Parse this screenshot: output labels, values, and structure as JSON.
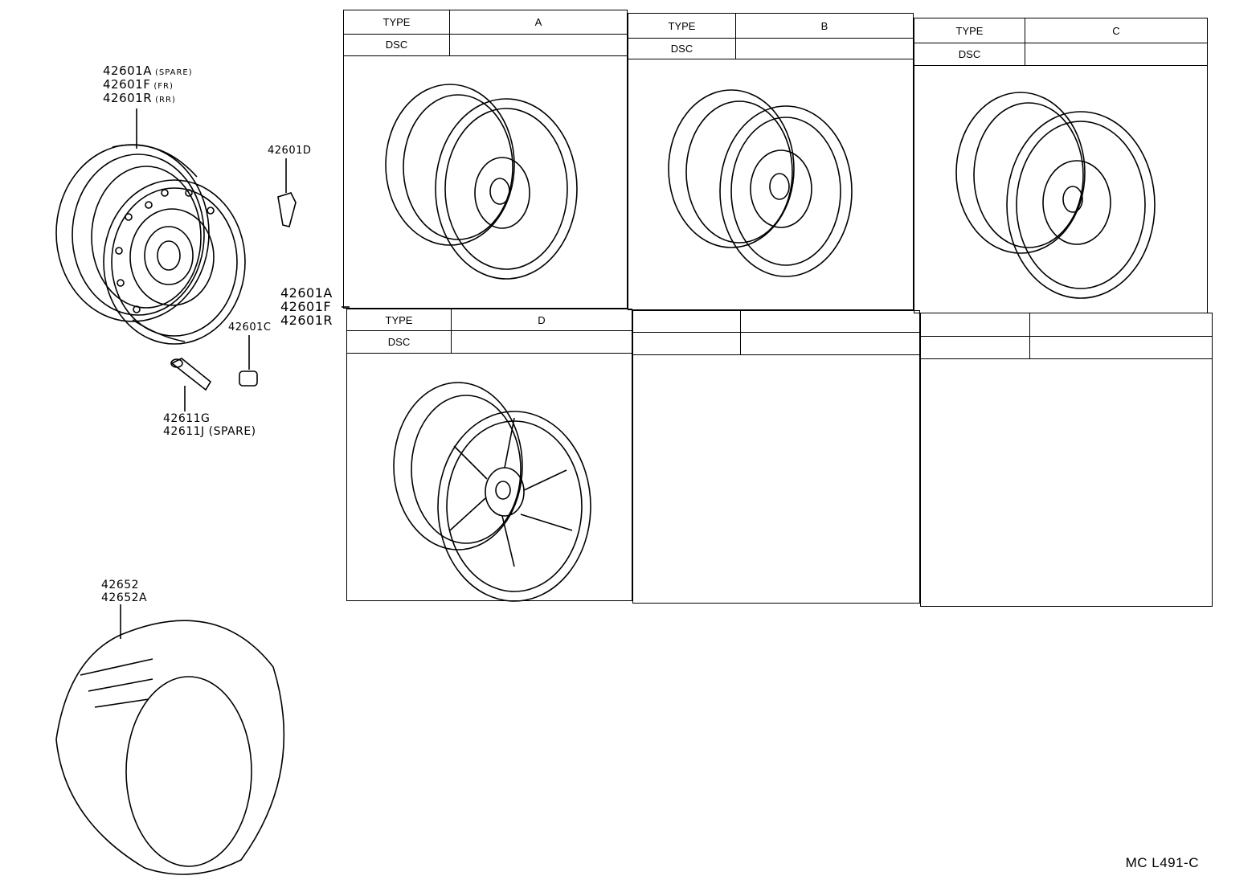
{
  "labels": {
    "wheel_main": [
      "42601A",
      "42601F",
      "42601R"
    ],
    "wheel_main_notes": [
      "(SPARE)",
      "(FR)",
      "(RR)"
    ],
    "weight_d": "42601D",
    "weight_c": "42601C",
    "valve_1": "42611G",
    "valve_2": "42611J",
    "valve_2_note": "(SPARE)",
    "table_side": [
      "42601A",
      "42601F",
      "42601R"
    ],
    "tire_1": "42652",
    "tire_2": "42652A"
  },
  "panels": [
    {
      "type_label": "TYPE",
      "type_value": "A",
      "dsc_label": "DSC",
      "dsc_value": ""
    },
    {
      "type_label": "TYPE",
      "type_value": "B",
      "dsc_label": "DSC",
      "dsc_value": ""
    },
    {
      "type_label": "TYPE",
      "type_value": "C",
      "dsc_label": "DSC",
      "dsc_value": ""
    },
    {
      "type_label": "TYPE",
      "type_value": "D",
      "dsc_label": "DSC",
      "dsc_value": ""
    },
    {
      "type_label": "",
      "type_value": "",
      "dsc_label": "",
      "dsc_value": ""
    },
    {
      "type_label": "",
      "type_value": "",
      "dsc_label": "",
      "dsc_value": ""
    }
  ],
  "footer_code": "MC L491-C"
}
